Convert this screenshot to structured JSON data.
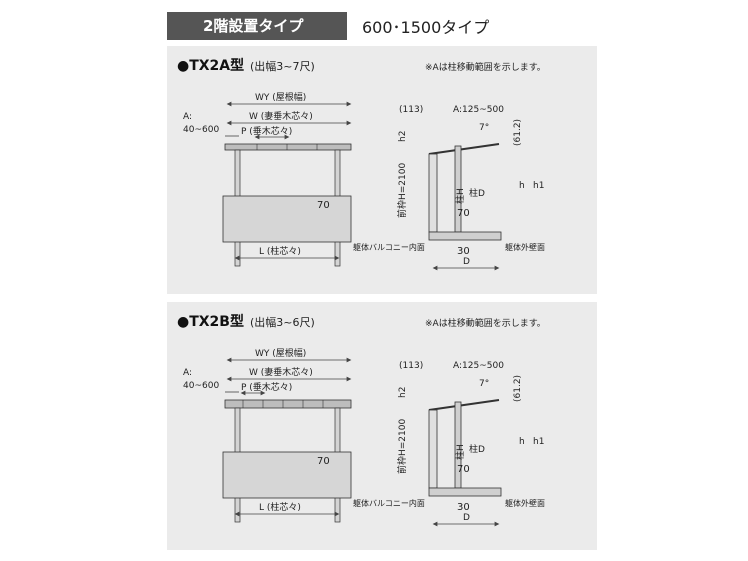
{
  "header": {
    "badge": "2階設置タイプ",
    "type_label": "600･1500タイプ"
  },
  "panels": [
    {
      "title": "●TX2A型",
      "subtitle": "(出幅3~7尺)",
      "note": "※Aは柱移動範囲を示します。",
      "labels": {
        "wy": "WY (屋根幅)",
        "w": "W (妻垂木芯々)",
        "a": "A:",
        "a_range": "40~600",
        "p": "P (垂木芯々)",
        "seventy": "70",
        "l": "L (柱芯々)",
        "dim113": "(113)",
        "a125": "A:125~500",
        "angle": "7°",
        "h2": "h2",
        "dim612": "(61.2)",
        "front": "前枠H=2100",
        "pillar_h": "柱H",
        "pillar_d": "柱D",
        "h": "h",
        "h1": "h1",
        "seventy2": "70",
        "thirty": "30",
        "d": "D",
        "balcony": "躯体バルコニー内面",
        "wall": "躯体外壁面"
      }
    },
    {
      "title": "●TX2B型",
      "subtitle": "(出幅3~6尺)",
      "note": "※Aは柱移動範囲を示します。",
      "labels": {
        "wy": "WY (屋根幅)",
        "w": "W (妻垂木芯々)",
        "a": "A:",
        "a_range": "40~600",
        "p": "P (垂木芯々)",
        "seventy": "70",
        "l": "L (柱芯々)",
        "dim113": "(113)",
        "a125": "A:125~500",
        "angle": "7°",
        "h2": "h2",
        "dim612": "(61.2)",
        "front": "前枠H=2100",
        "pillar_h": "柱H",
        "pillar_d": "柱D",
        "h": "h",
        "h1": "h1",
        "seventy2": "70",
        "thirty": "30",
        "d": "D",
        "balcony": "躯体バルコニー内面",
        "wall": "躯体外壁面"
      }
    }
  ]
}
